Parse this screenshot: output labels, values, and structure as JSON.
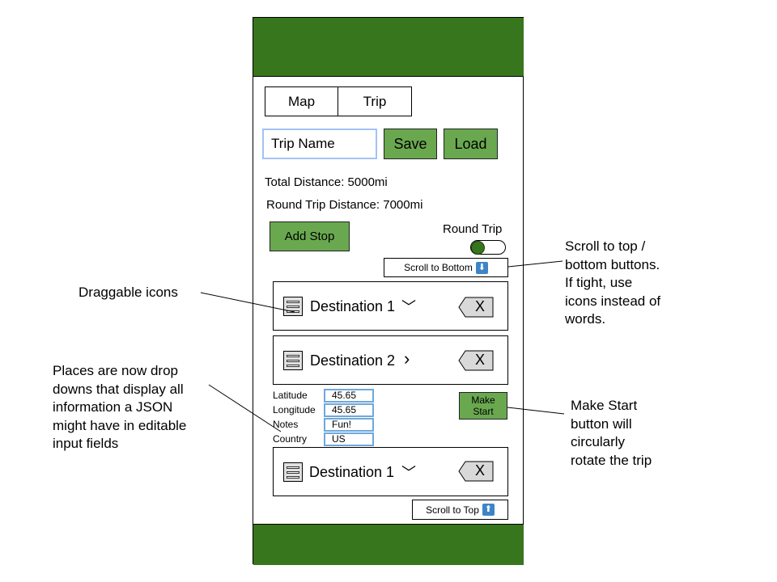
{
  "tabs": [
    "Map",
    "Trip"
  ],
  "trip_name": {
    "placeholder": "Trip Name"
  },
  "buttons": {
    "save": "Save",
    "load": "Load",
    "add_stop": "Add Stop",
    "make_start": "Make Start"
  },
  "total_distance": "Total Distance: 5000mi",
  "round_trip_distance": "Round Trip Distance: 7000mi",
  "round_trip_toggle": {
    "label": "Round Trip",
    "on": true
  },
  "scroll": {
    "bottom_label": "Scroll to Bottom",
    "top_label": "Scroll to Top",
    "down_icon": "⬇",
    "up_icon": "⬆"
  },
  "destinations": [
    {
      "name": "Destination 1",
      "chevron": "﹀",
      "delete": "X"
    },
    {
      "name": "Destination 2",
      "chevron": "›",
      "delete": "X"
    },
    {
      "name": "Destination 1",
      "chevron": "﹀",
      "delete": "X"
    }
  ],
  "details": {
    "latitude_label": "Latitude",
    "latitude": "45.65",
    "longitude_label": "Longitude",
    "longitude": "45.65",
    "notes_label": "Notes",
    "notes": "Fun!",
    "country_label": "Country",
    "country": "US"
  },
  "annotations": {
    "draggable": "Draggable icons",
    "places": [
      "Places are now drop",
      "downs that display all",
      "information a JSON",
      "might have in editable",
      "input fields"
    ],
    "scroll": [
      "Scroll to top /",
      "bottom buttons.",
      "If tight, use",
      "icons instead of",
      "words."
    ],
    "make_start": [
      "Make Start",
      "button will",
      "circularly",
      "rotate the trip"
    ]
  },
  "colors": {
    "header_green": "#38761d",
    "button_green": "#6aa84f",
    "field_border": "#6fa8dc",
    "input_border": "#a4c2f4"
  }
}
